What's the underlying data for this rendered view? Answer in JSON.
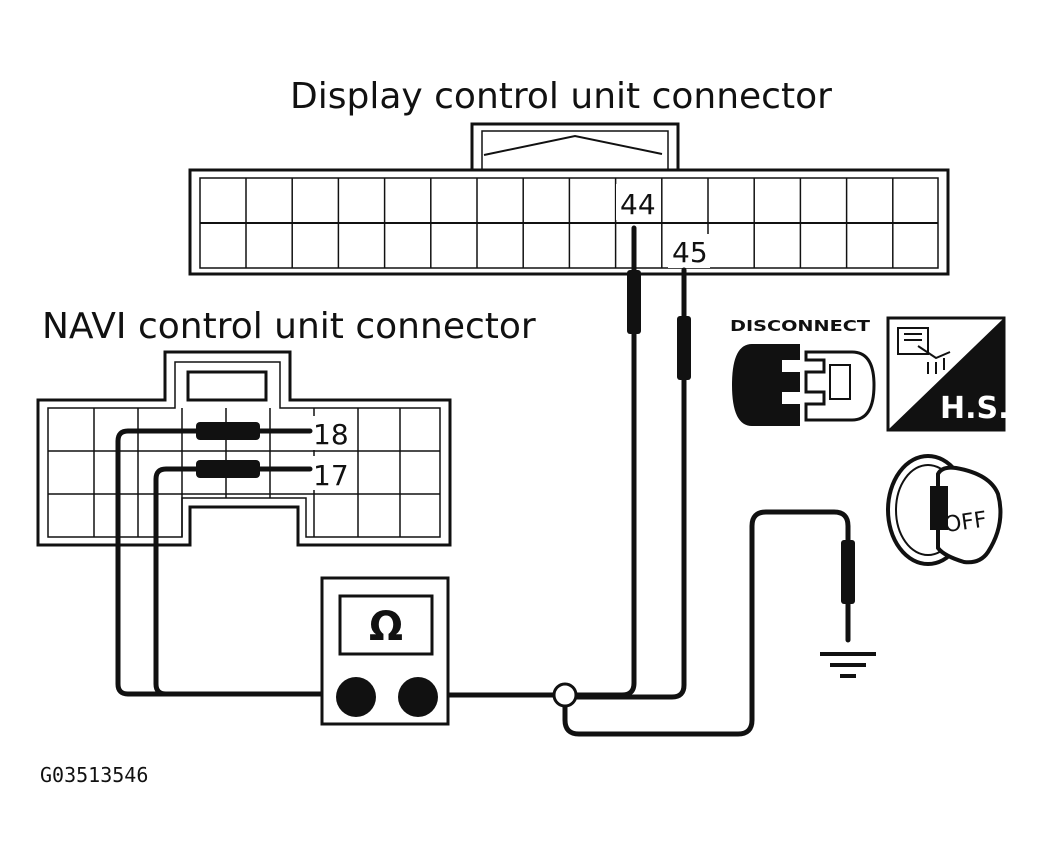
{
  "titles": {
    "display_connector": "Display control unit connector",
    "navi_connector": "NAVI control unit connector"
  },
  "pins": {
    "display_pin_a": "44",
    "display_pin_b": "45",
    "navi_pin_a": "18",
    "navi_pin_b": "17"
  },
  "meter": {
    "symbol": "Ω"
  },
  "icons": {
    "disconnect_label": "DISCONNECT",
    "hs_label": "H.S.",
    "key_label": "OFF"
  },
  "figure_code": "G03513546"
}
